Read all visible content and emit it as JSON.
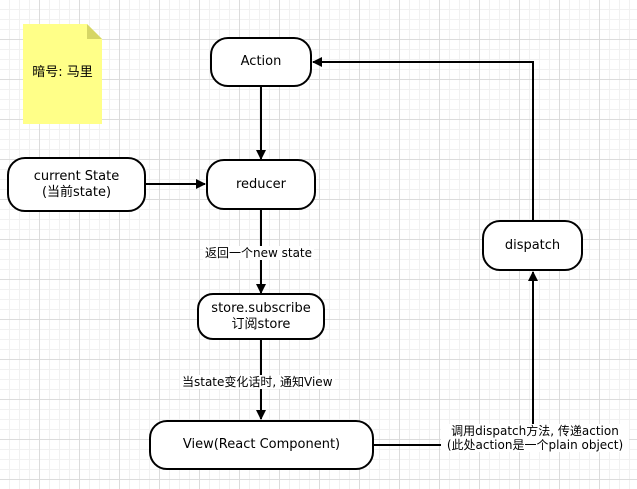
{
  "note": {
    "text": "暗号: 马里"
  },
  "nodes": {
    "action": "Action",
    "reducer": "reducer",
    "current_state": [
      "current State",
      "(当前state)"
    ],
    "store_subscribe": [
      "store.subscribe",
      "订阅store"
    ],
    "view": "View(React Component)",
    "dispatch": "dispatch"
  },
  "edges": {
    "reducer_to_subscribe": "返回一个new state",
    "subscribe_to_view": "当state变化话时, 通知View",
    "view_to_dispatch": [
      "调用dispatch方法, 传递action",
      "(此处action是一个plain object)"
    ]
  }
}
